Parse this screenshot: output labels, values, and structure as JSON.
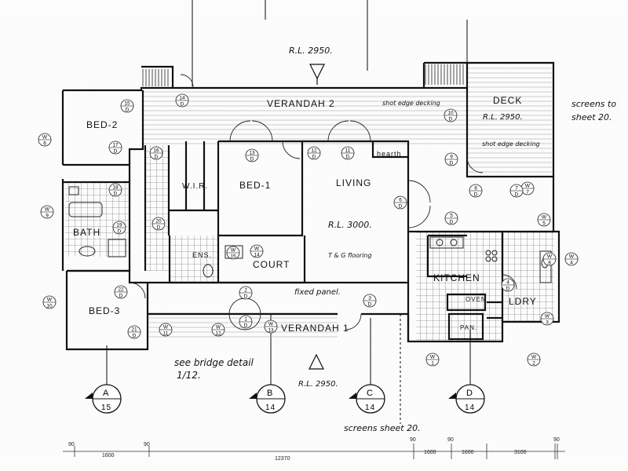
{
  "rooms": {
    "verandah2": "VERANDAH 2",
    "deck": "DECK",
    "bed2": "BED-2",
    "bed1": "BED-1",
    "wir": "W.I.R.",
    "living": "LIVING",
    "bath": "BATH",
    "ens": "ENS.",
    "court": "COURT",
    "kitchen": "KITCHEN",
    "bed3": "BED-3",
    "verandah1": "VERANDAH 1",
    "ldry": "LDRY",
    "oven": "OVEN",
    "pan": "PAN.",
    "hearth": "hearth"
  },
  "notes": {
    "rl_top": "R.L. 2950.",
    "rl_deck": "R.L. 2950.",
    "rl_living": "R.L. 3000.",
    "rl_bottom": "R.L. 2950.",
    "decking1": "shot edge decking",
    "decking2": "shot edge decking",
    "flooring": "T & G flooring",
    "fixed_panel": "fixed panel.",
    "screens_top": "screens to",
    "sheet_top": "sheet 20.",
    "bridge1": "see bridge detail",
    "bridge2": "1/12.",
    "screens_bottom": "screens sheet 20."
  },
  "sections": [
    {
      "letter": "A",
      "sheet": "15"
    },
    {
      "letter": "B",
      "sheet": "14"
    },
    {
      "letter": "C",
      "sheet": "14"
    },
    {
      "letter": "D",
      "sheet": "14"
    }
  ],
  "dimensions": {
    "total": "12370",
    "d1": "1600",
    "d2": "1600",
    "d3": "3100",
    "d90a": "90",
    "d90b": "90",
    "d90c": "90",
    "d90d": "90",
    "d90e": "90",
    "d1600left": "1600"
  },
  "window_tags": [
    {
      "top": "W",
      "bottom": "6"
    },
    {
      "top": "W",
      "bottom": "9"
    },
    {
      "top": "W",
      "bottom": "10"
    },
    {
      "top": "W",
      "bottom": "1"
    },
    {
      "top": "W",
      "bottom": "2"
    },
    {
      "top": "W",
      "bottom": "3"
    },
    {
      "top": "W",
      "bottom": "4"
    },
    {
      "top": "W",
      "bottom": "5"
    },
    {
      "top": "W",
      "bottom": "7"
    },
    {
      "top": "W",
      "bottom": "11"
    },
    {
      "top": "W",
      "bottom": "12"
    },
    {
      "top": "W",
      "bottom": "13"
    },
    {
      "top": "W",
      "bottom": "14"
    },
    {
      "top": "W",
      "bottom": "15"
    },
    {
      "top": "W",
      "bottom": "8"
    }
  ],
  "door_tags": [
    {
      "top": "15",
      "bottom": "D"
    },
    {
      "top": "17",
      "bottom": "D"
    },
    {
      "top": "16",
      "bottom": "D"
    },
    {
      "top": "18",
      "bottom": "D"
    },
    {
      "top": "19",
      "bottom": "D"
    },
    {
      "top": "20",
      "bottom": "D"
    },
    {
      "top": "13",
      "bottom": "D"
    },
    {
      "top": "12",
      "bottom": "D"
    },
    {
      "top": "11",
      "bottom": "D"
    },
    {
      "top": "10",
      "bottom": "D"
    },
    {
      "top": "9",
      "bottom": "D"
    },
    {
      "top": "8",
      "bottom": "D"
    },
    {
      "top": "7",
      "bottom": "D"
    },
    {
      "top": "6",
      "bottom": "D"
    },
    {
      "top": "5",
      "bottom": "D"
    },
    {
      "top": "4",
      "bottom": "D"
    },
    {
      "top": "3",
      "bottom": "D"
    },
    {
      "top": "2",
      "bottom": "D"
    },
    {
      "top": "1",
      "bottom": "D"
    },
    {
      "top": "14",
      "bottom": "D"
    },
    {
      "top": "21",
      "bottom": "D"
    },
    {
      "top": "22",
      "bottom": "D"
    }
  ]
}
